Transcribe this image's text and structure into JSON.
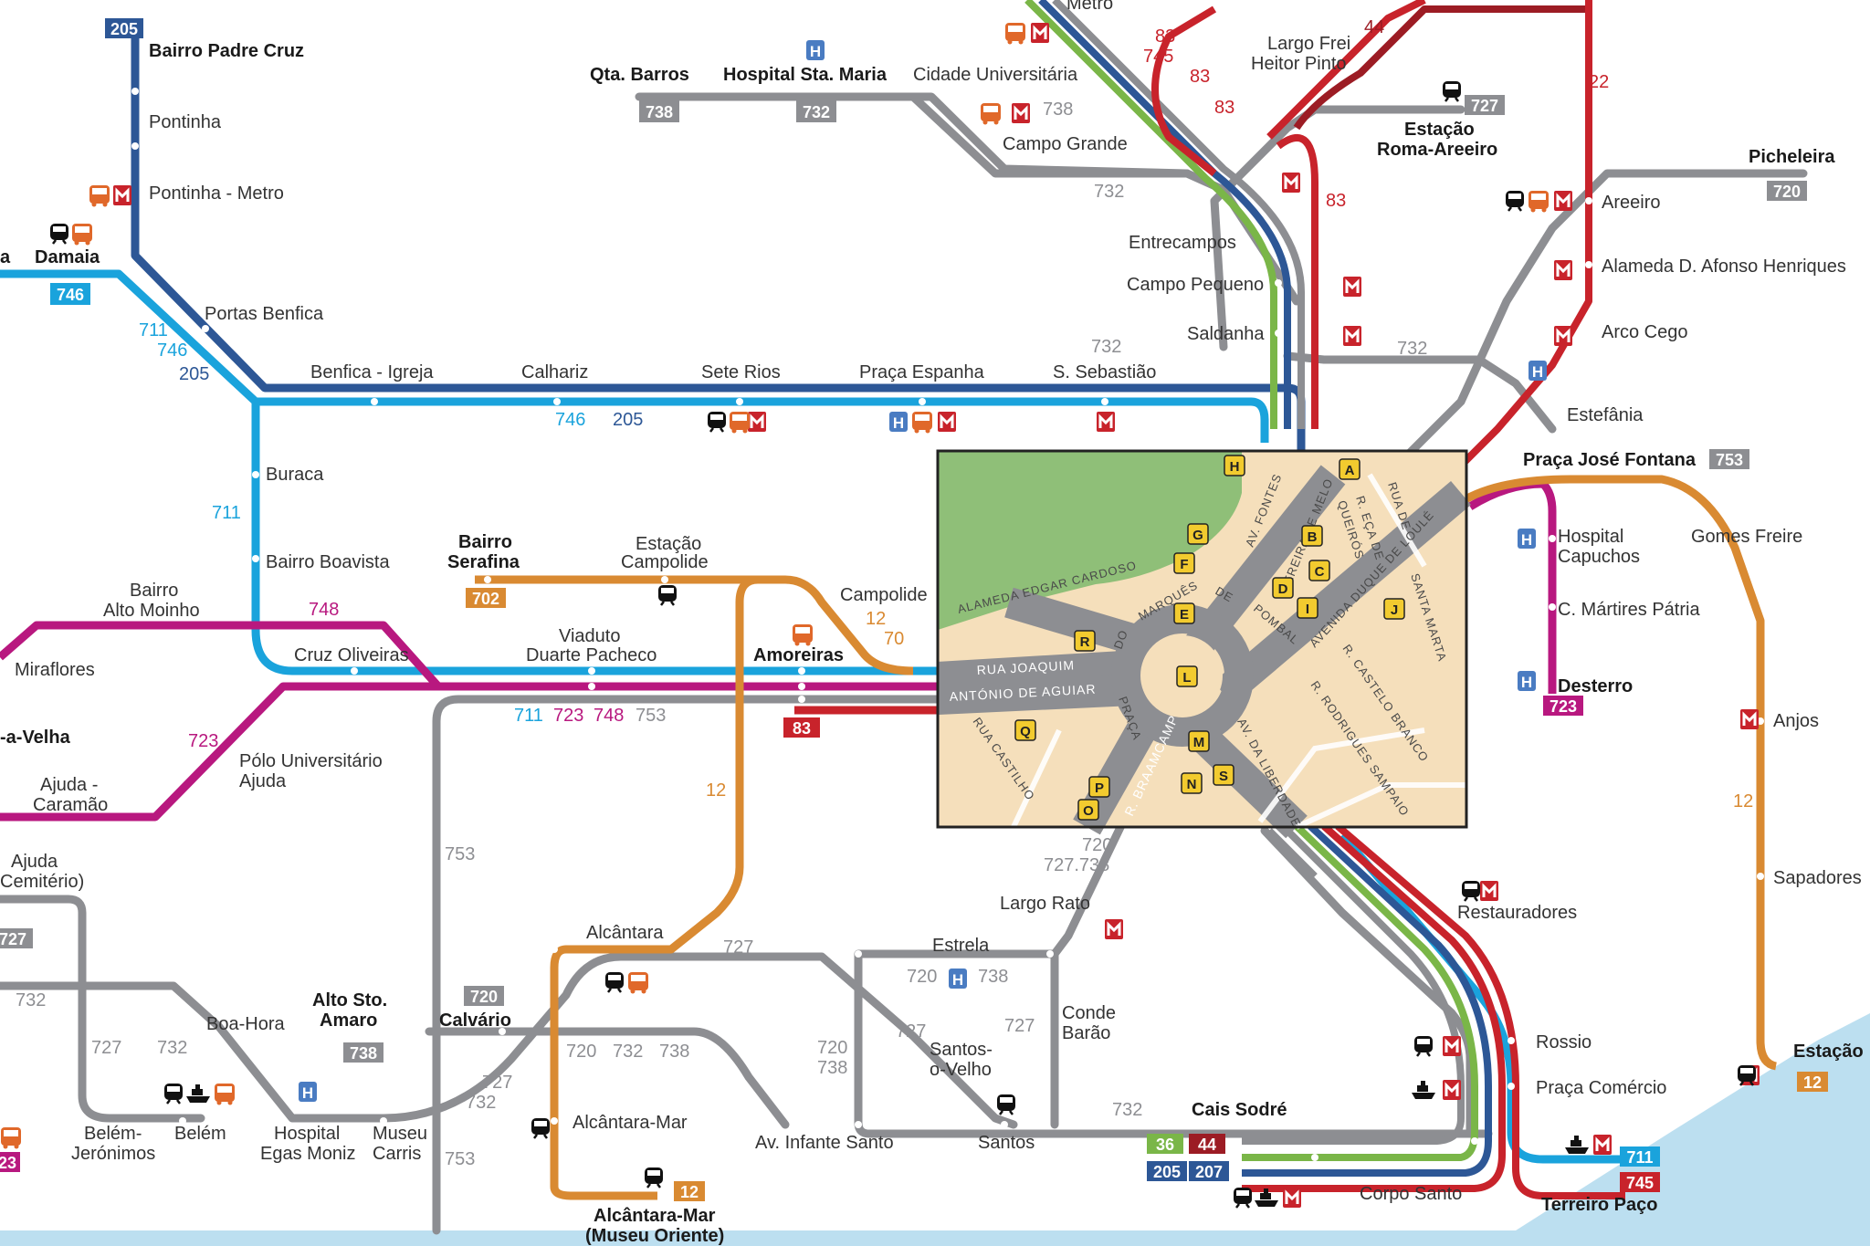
{
  "colors": {
    "line_205": "#2d5796",
    "line_746": "#1aa3dc",
    "line_711": "#1aa3dc",
    "line_723_748": "#b8187f",
    "line_702_12": "#d98a32",
    "line_727_732_738_753_720": "#8d8e92",
    "line_83_745": "#c8232b",
    "line_44": "#9c1c24",
    "line_36_green": "#7ab648",
    "line_22": "#c8232b",
    "park": "#8fbf78",
    "square_area": "#f5dfbb",
    "river": "#bcdff0",
    "metro_icon": "#c8232b",
    "bus_icon": "#e0682a"
  },
  "stops": {
    "bairro_padre_cruz": "Bairro Padre Cruz",
    "pontinha": "Pontinha",
    "pontinha_metro": "Pontinha - Metro",
    "damaia": "Damaia",
    "damaia_prefix": "a",
    "portas_benfica": "Portas Benfica",
    "benfica_igreja": "Benfica - Igreja",
    "calhariz": "Calhariz",
    "sete_rios": "Sete Rios",
    "praca_espanha": "Praça Espanha",
    "s_sebastiao": "S. Sebastião",
    "buraca": "Buraca",
    "bairro_boavista": "Bairro Boavista",
    "bairro_alto_moinho_1": "Bairro",
    "bairro_alto_moinho_2": "Alto Moinho",
    "miraflores": "Miraflores",
    "cruz_oliveiras": "Cruz Oliveiras",
    "viaduto_1": "Viaduto",
    "viaduto_2": "Duarte Pacheco",
    "bairro_serafina_1": "Bairro",
    "bairro_serafina_2": "Serafina",
    "estacao_campolide_1": "Estação",
    "estacao_campolide_2": "Campolide",
    "campolide": "Campolide",
    "amoreiras": "Amoreiras",
    "a_velha": "-a-Velha",
    "polo_1": "Pólo Universitário",
    "polo_2": "Ajuda",
    "ajuda_caramao_1": "Ajuda -",
    "ajuda_caramao_2": "Caramão",
    "ajuda_cem_1": "Ajuda",
    "ajuda_cem_2": "Cemitério)",
    "qta_barros": "Qta. Barros",
    "hospital_sta_maria": "Hospital Sta. Maria",
    "cidade_universitaria": "Cidade Universitária",
    "campo_grande": "Campo Grande",
    "metro_top": "Metro",
    "entrecampos": "Entrecampos",
    "campo_pequeno": "Campo Pequeno",
    "saldanha": "Saldanha",
    "largo_frei_1": "Largo Frei",
    "largo_frei_2": "Heitor Pinto",
    "roma_areeiro_1": "Estação",
    "roma_areeiro_2": "Roma-Areeiro",
    "picheleira": "Picheleira",
    "areeiro": "Areeiro",
    "alameda": "Alameda D. Afonso Henriques",
    "arco_cego": "Arco Cego",
    "estefania": "Estefânia",
    "praca_jose_fontana": "Praça José Fontana",
    "hospital_capuchos_1": "Hospital",
    "hospital_capuchos_2": "Capuchos",
    "gomes_freire": "Gomes Freire",
    "c_martires": "C. Mártires Pátria",
    "desterro": "Desterro",
    "anjos": "Anjos",
    "sapadores": "Sapadores",
    "estacao_right": "Estação",
    "restauradores": "Restauradores",
    "rossio": "Rossio",
    "praca_comercio": "Praça Comércio",
    "terreiro_paco": "Terreiro Paço",
    "cais_sodre": "Cais Sodré",
    "corpo_santo": "Corpo Santo",
    "largo_rato": "Largo Rato",
    "estrela": "Estrela",
    "conde_barao_1": "Conde",
    "conde_barao_2": "Barão",
    "santos_velho_1": "Santos-",
    "santos_velho_2": "o-Velho",
    "santos": "Santos",
    "av_infante_santo": "Av. Infante Santo",
    "alcantara": "Alcântara",
    "alcantara_mar": "Alcântara-Mar",
    "alcantara_mar_museu_1": "Alcântara-Mar",
    "alcantara_mar_museu_2": "(Museu Oriente)",
    "alto_sto_amaro_1": "Alto Sto.",
    "alto_sto_amaro_2": "Amaro",
    "calvario": "Calvário",
    "boa_hora": "Boa-Hora",
    "belem": "Belém",
    "belem_jeronimos_1": "Belém-",
    "belem_jeronimos_2": "Jerónimos",
    "hospital_egas_1": "Hospital",
    "hospital_egas_2": "Egas Moniz",
    "museu_carris_1": "Museu",
    "museu_carris_2": "Carris"
  },
  "route_badges": {
    "b205": "205",
    "b746": "746",
    "b738_qta": "738",
    "b732_hsm": "732",
    "b727_roma": "727",
    "b720_pich": "720",
    "b753_fontana": "753",
    "b723_desterro": "723",
    "b702": "702",
    "b83_amoreiras": "83",
    "b12_estacao": "12",
    "b12_alcmar": "12",
    "b720_calvario": "720",
    "b738_alto": "738",
    "b727_left": "727",
    "b23_left": "23",
    "b36_cais": "36",
    "b44_cais": "44",
    "b205_cais": "205",
    "b207_cais": "207",
    "b711_terreiro": "711",
    "b745_terreiro": "745"
  },
  "route_labels": {
    "r711_a": "711",
    "r746_a": "746",
    "r205_a": "205",
    "r746_b": "746",
    "r205_b": "205",
    "r711_b": "711",
    "r748": "748",
    "r723": "723",
    "r711_c": "711",
    "r723_c": "723",
    "r748_c": "748",
    "r753_c": "753",
    "r12_a": "12",
    "r12_b": "12",
    "r12_c": "12",
    "r753_a": "753",
    "r753_b": "753",
    "r727_a": "727",
    "r732_a": "732",
    "r738_a": "738",
    "r732_b": "732",
    "r738_b": "738",
    "r83_a": "83",
    "r745": "745",
    "r83_b": "83",
    "r83_c": "83",
    "r44": "44",
    "r22": "22",
    "r732_c": "732",
    "r732_d": "732",
    "r720_a": "720",
    "r727_738_a": "727.738",
    "r720_b": "720",
    "r738_c": "738",
    "r727_b": "727",
    "r727_c": "727",
    "r720_c": "720",
    "r738_d": "738",
    "r720_d": "720",
    "r732_e": "732",
    "r738_e": "738",
    "r727_d": "727",
    "r732_f": "732",
    "r727_e": "727",
    "r732_g": "732",
    "r732_h": "732",
    "r753_d": "753",
    "r732_i": "732",
    "r702_b": "70"
  },
  "inset": {
    "streets": {
      "alameda": "ALAMEDA EDGAR CARDOSO",
      "rua_joaquim": "RUA JOAQUIM",
      "antonio": "ANTÓNIO DE AGUIAR",
      "rua_castilho": "RUA CASTILHO",
      "marques": "MARQUÊS",
      "do": "DO",
      "de": "DE",
      "pombal": "POMBAL",
      "av_fontes": "AV. FONTES",
      "pereira": "PEREIRA DE MELO",
      "r_eca": "R. EÇA DE",
      "queiros": "QUEIRÓS",
      "rua_de": "RUA DE",
      "avenida_duque": "AVENIDA DUQUE DE LOULÉ",
      "santa_marta": "SANTA MARTA",
      "r_castelo": "R. CASTELO BRANCO",
      "r_rodrigues": "R. RODRIGUES SAMPAIO",
      "av_liberdade": "AV. DA LIBERDADE",
      "r_braamcamp": "R. BRAAMCAMP",
      "praca": "PRAÇA"
    },
    "stop_keys": [
      "A",
      "C",
      "D",
      "E",
      "F",
      "G",
      "H",
      "I",
      "J",
      "L",
      "M",
      "N",
      "O",
      "P",
      "Q",
      "R",
      "S",
      "B"
    ]
  },
  "icons": {
    "hospital": "hospital-icon",
    "metro": "metro-icon",
    "bus": "bus-icon",
    "train": "train-icon",
    "ferry": "ferry-icon",
    "hosp_letter": "H"
  }
}
